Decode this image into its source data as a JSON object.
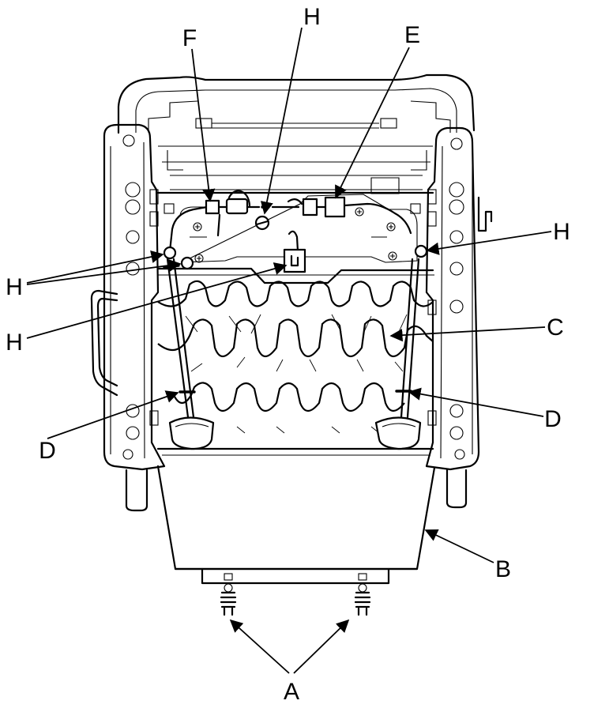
{
  "labels": {
    "a": "A",
    "b": "B",
    "c": "C",
    "d_left": "D",
    "d_right": "D",
    "e": "E",
    "f": "F",
    "h_top": "H",
    "h_right": "H",
    "h_left_upper": "H",
    "h_left_lower": "H"
  },
  "colors": {
    "line": "#000000",
    "background": "#ffffff"
  }
}
